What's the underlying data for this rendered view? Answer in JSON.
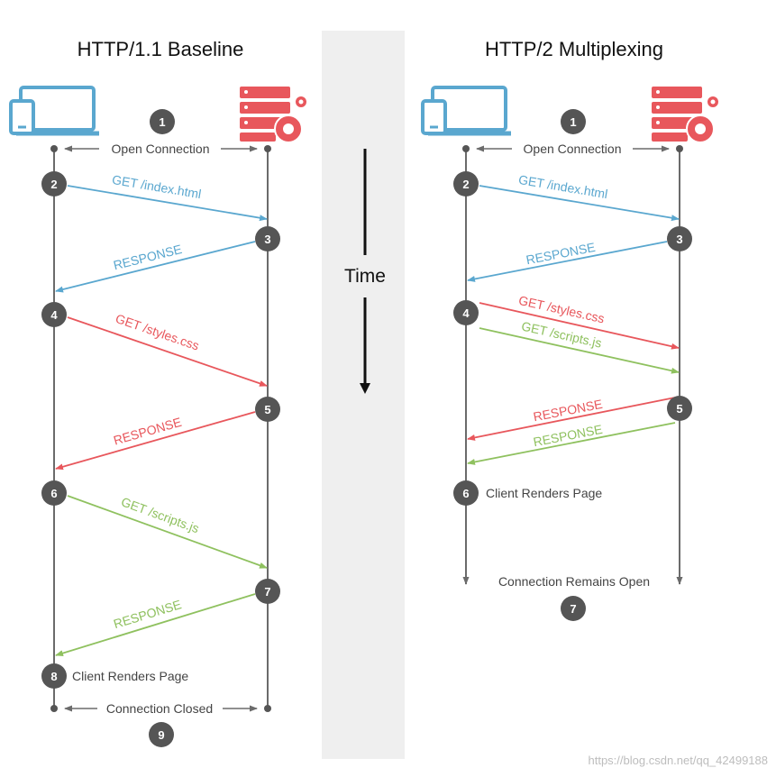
{
  "time_label": "Time",
  "colors": {
    "blue": "#5aa7cf",
    "red": "#e8575c",
    "green": "#8fc15f",
    "line": "#6b6b6b",
    "circle": "#555555",
    "band": "#efefef",
    "device": "#5aa7cf",
    "server": "#e8575c"
  },
  "icons": {
    "client": "laptop-phone-icon",
    "server": "server-gear-icon"
  },
  "left": {
    "title": "HTTP/1.1 Baseline",
    "open_label": "Open Connection",
    "step1": "1",
    "msgs": [
      {
        "num": "2",
        "label": "GET /index.html",
        "color": "blue"
      },
      {
        "num": "3",
        "label": "RESPONSE",
        "color": "blue"
      },
      {
        "num": "4",
        "label": "GET /styles.css",
        "color": "red"
      },
      {
        "num": "5",
        "label": "RESPONSE",
        "color": "red"
      },
      {
        "num": "6",
        "label": "GET /scripts.js",
        "color": "green"
      },
      {
        "num": "7",
        "label": "RESPONSE",
        "color": "green"
      }
    ],
    "step8": "8",
    "render_label": "Client Renders Page",
    "closed_label": "Connection Closed",
    "step9": "9"
  },
  "right": {
    "title": "HTTP/2 Multiplexing",
    "open_label": "Open Connection",
    "step1": "1",
    "msgs": [
      {
        "num": "2",
        "label": "GET /index.html",
        "color": "blue"
      },
      {
        "num": "3",
        "label": "RESPONSE",
        "color": "blue"
      },
      {
        "num": "4",
        "label": "GET /styles.css",
        "color": "red"
      },
      {
        "label": "GET /scripts.js",
        "color": "green"
      },
      {
        "num": "5",
        "label": "RESPONSE",
        "color": "red"
      },
      {
        "label": "RESPONSE",
        "color": "green"
      }
    ],
    "step6": "6",
    "render_label": "Client Renders Page",
    "open_remains_label": "Connection Remains Open",
    "step7": "7"
  },
  "watermark": "https://blog.csdn.net/qq_42499188"
}
